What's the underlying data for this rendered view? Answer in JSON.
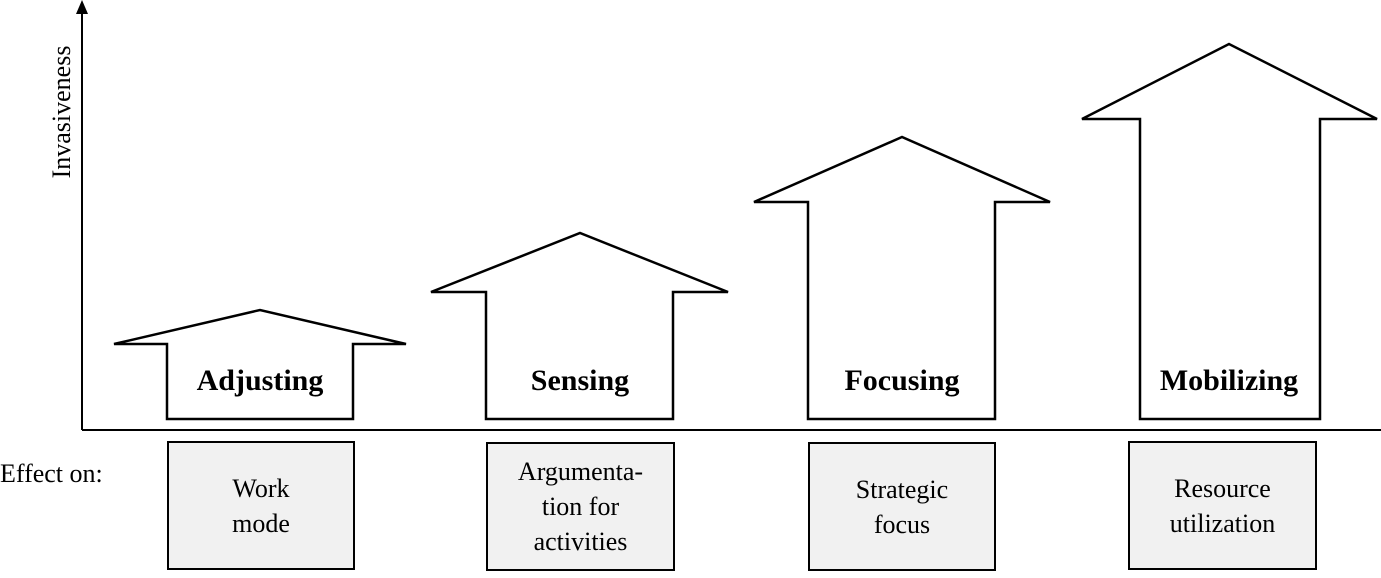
{
  "diagram": {
    "y_axis_label": "Invasiveness",
    "effect_label": "Effect on:",
    "stages": [
      {
        "name": "Adjusting",
        "effect": "Work\nmode",
        "level": 1
      },
      {
        "name": "Sensing",
        "effect": "Argumenta-\ntion for\nactivities",
        "level": 2
      },
      {
        "name": "Focusing",
        "effect": "Strategic\nfocus",
        "level": 3
      },
      {
        "name": "Mobilizing",
        "effect": "Resource\nutilization",
        "level": 4
      }
    ]
  }
}
